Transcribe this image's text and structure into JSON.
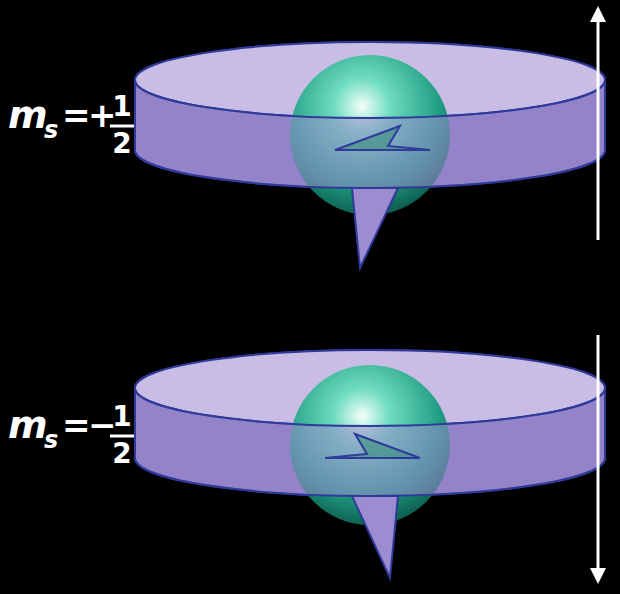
{
  "diagram": {
    "labels": [
      "m",
      "s",
      "=",
      "+",
      "1",
      "2",
      "m",
      "s",
      "=",
      "−",
      "1",
      "2"
    ]
  }
}
